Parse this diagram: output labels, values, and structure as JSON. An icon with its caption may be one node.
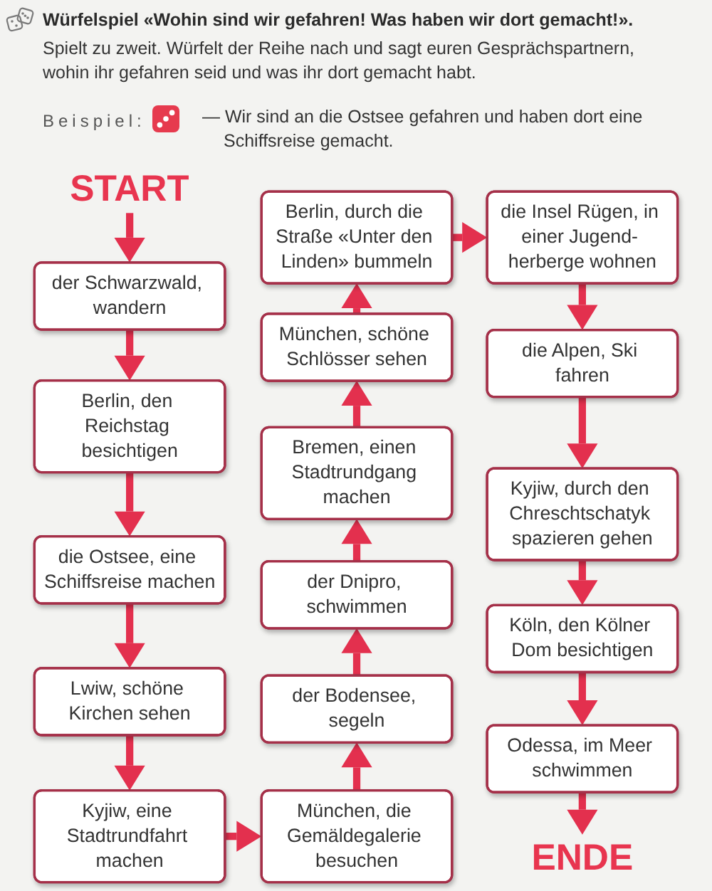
{
  "diagram": {
    "title": "Würfelspiel «Wohin sind wir gefahren! Was haben wir dort gemacht!».",
    "nodes": [
      {
        "text": [
          "START"
        ]
      },
      {
        "text": [
          "der Schwarzwald, wandern"
        ]
      },
      {
        "text": [
          "Berlin, den Reichstag besichtigen"
        ]
      },
      {
        "text": [
          "die Ostsee, eine Schiffsreise machen"
        ]
      },
      {
        "text": [
          "Lwiw, schöne Kirchen sehen"
        ]
      },
      {
        "text": [
          "Kyjiw, eine Stadtrundfahrt machen"
        ]
      },
      {
        "text": [
          "München, die Gemäldegalerie besuchen"
        ]
      },
      {
        "text": [
          "der Bodensee, segeln"
        ]
      },
      {
        "text": [
          "der Dnipro, schwimmen"
        ]
      },
      {
        "text": [
          "Bremen, einen Stadtrundgang machen"
        ]
      },
      {
        "text": [
          "München, schöne Schlösser sehen"
        ]
      },
      {
        "text": [
          "Berlin, durch die Straße «Unter den Linden» bummeln"
        ]
      },
      {
        "text": [
          "die Insel Rügen, in einer Jugend- herberge wohnen"
        ]
      },
      {
        "text": [
          "die Alpen, Ski fahren"
        ]
      },
      {
        "text": [
          "Kyjiw, durch den Chreschtschatyk spazieren gehen"
        ]
      },
      {
        "text": [
          "Köln, den Kölner Dom besichtigen"
        ]
      },
      {
        "text": [
          "Odessa, im Meer schwimmen"
        ]
      },
      {
        "text": [
          "ENDE"
        ]
      }
    ],
    "edges": [
      {
        "from": 0,
        "to": 1,
        "arrow": "to"
      },
      {
        "from": 1,
        "to": 2,
        "arrow": "to"
      },
      {
        "from": 2,
        "to": 3,
        "arrow": "to"
      },
      {
        "from": 3,
        "to": 4,
        "arrow": "to"
      },
      {
        "from": 4,
        "to": 5,
        "arrow": "to"
      },
      {
        "from": 5,
        "to": 6,
        "arrow": "to"
      },
      {
        "from": 6,
        "to": 7,
        "arrow": "to"
      },
      {
        "from": 7,
        "to": 8,
        "arrow": "to"
      },
      {
        "from": 8,
        "to": 9,
        "arrow": "to"
      },
      {
        "from": 9,
        "to": 10,
        "arrow": "to"
      },
      {
        "from": 10,
        "to": 11,
        "arrow": "to"
      },
      {
        "from": 11,
        "to": 12,
        "arrow": "to"
      },
      {
        "from": 12,
        "to": 13,
        "arrow": "to"
      },
      {
        "from": 13,
        "to": 14,
        "arrow": "to"
      },
      {
        "from": 14,
        "to": 15,
        "arrow": "to"
      },
      {
        "from": 15,
        "to": 16,
        "arrow": "to"
      },
      {
        "from": 16,
        "to": 17,
        "arrow": "to"
      }
    ],
    "labels": [
      "Spielt zu zweit. Würfelt der Reihe nach und sagt euren Gesprächspartnern, wohin ihr gefahren seid und was ihr dort gemacht habt.",
      "Beispiel:",
      "— Wir sind an die Ostsee gefahren und haben dort eine Schiffsreise gemacht."
    ]
  }
}
